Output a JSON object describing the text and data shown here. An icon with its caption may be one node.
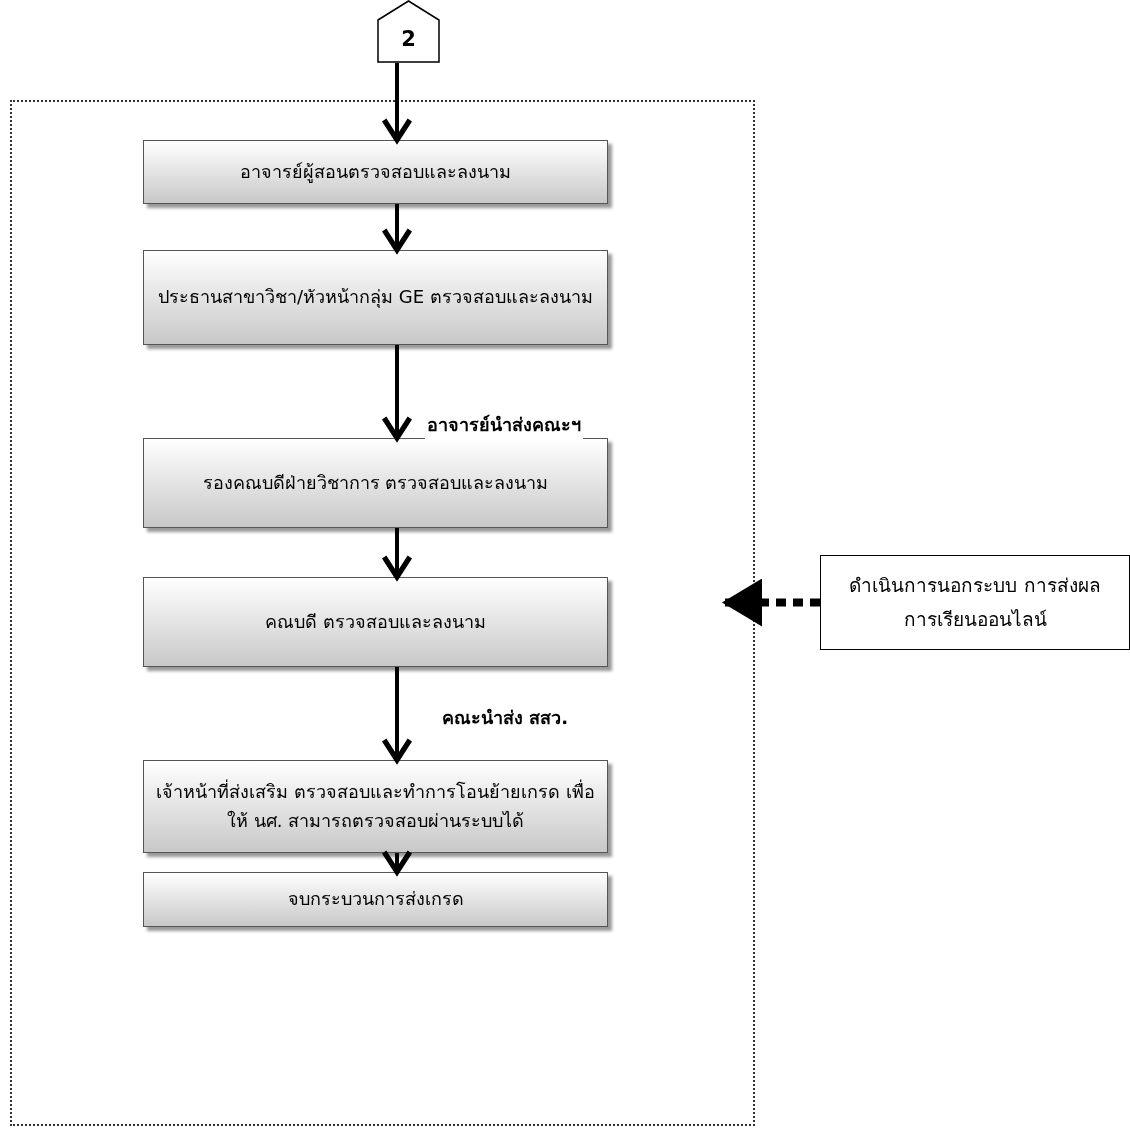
{
  "diagram": {
    "nodes": [
      {
        "text": [
          "2"
        ]
      },
      {
        "text": [],
        "shape": "box"
      },
      {
        "text": [
          "อาจารย์ผู้สอนตรวจสอบและลงนาม"
        ],
        "in": 1
      },
      {
        "text": [
          "ประธานสาขาวิชา/หัวหน้ากลุ่ม GE ตรวจสอบและลงนาม"
        ],
        "in": 1
      },
      {
        "text": [
          "รองคณบดีฝ่ายวิชาการ ตรวจสอบและลงนาม"
        ],
        "in": 1
      },
      {
        "text": [
          "คณบดี ตรวจสอบและลงนาม"
        ],
        "in": 1
      },
      {
        "text": [
          "เจ้าหน้าที่ส่งเสริม ตรวจสอบและทำการโอนย้ายเกรด เพื่อให้ นศ. สามารถตรวจสอบผ่านระบบได้"
        ],
        "in": 1
      },
      {
        "text": [
          "จบกระบวนการส่งเกรด"
        ],
        "in": 1
      },
      {
        "text": [
          "ดำเนินการนอกระบบ การส่งผลการเรียนออนไลน์"
        ]
      }
    ],
    "edges": [
      {
        "from": 0,
        "to": 2,
        "arrow": "to"
      },
      {
        "from": 2,
        "to": 3,
        "arrow": "to"
      },
      {
        "from": 3,
        "to": 4,
        "arrow": "to",
        "label": "อาจารย์นำส่งคณะฯ"
      },
      {
        "from": 4,
        "to": 5,
        "arrow": "to"
      },
      {
        "from": 5,
        "to": 6,
        "arrow": "to",
        "label": "คณะนำส่ง สสว."
      },
      {
        "from": 6,
        "to": 7,
        "arrow": "to"
      },
      {
        "from": 8,
        "to": 1,
        "arrow": "to",
        "style": "dashed"
      }
    ]
  }
}
